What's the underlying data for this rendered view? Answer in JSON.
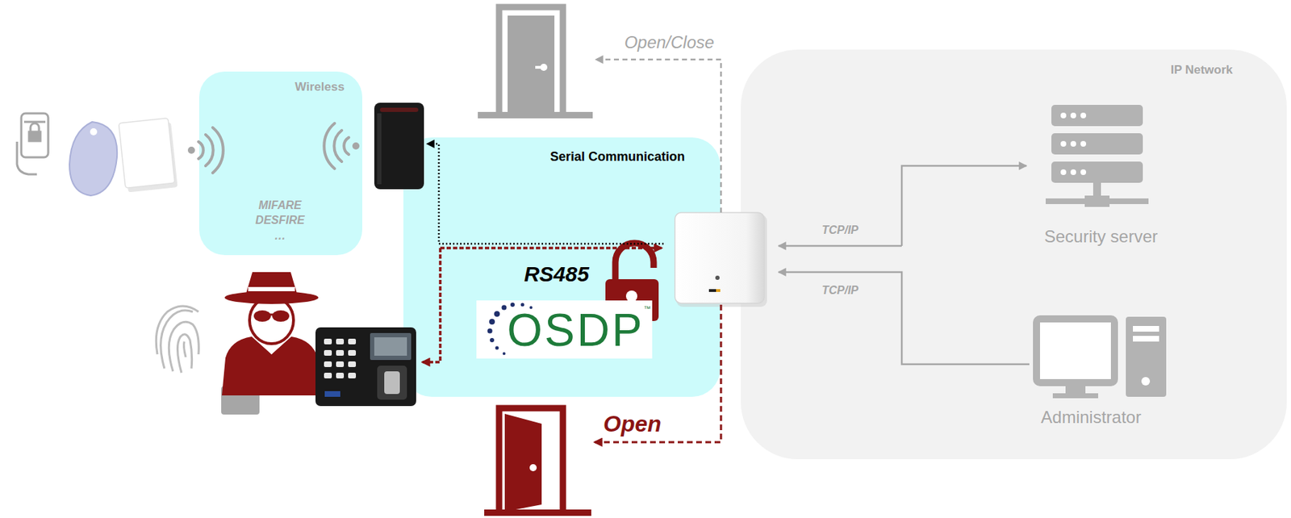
{
  "diagram": {
    "nodes": [
      {
        "text": [
          "Wireless",
          "MIFARE DESFIRE …"
        ]
      },
      {
        "text": [
          "Serial Communication",
          "RS485"
        ]
      },
      {
        "text": [
          "IP Network"
        ]
      },
      {
        "text": [
          "Security server"
        ],
        "in": 2
      },
      {
        "text": [
          "Administrator"
        ],
        "in": 2
      }
    ],
    "labels": [
      "Open/Close",
      "Open",
      "TCP/IP",
      "TCP/IP",
      "OSDP",
      "™"
    ]
  }
}
